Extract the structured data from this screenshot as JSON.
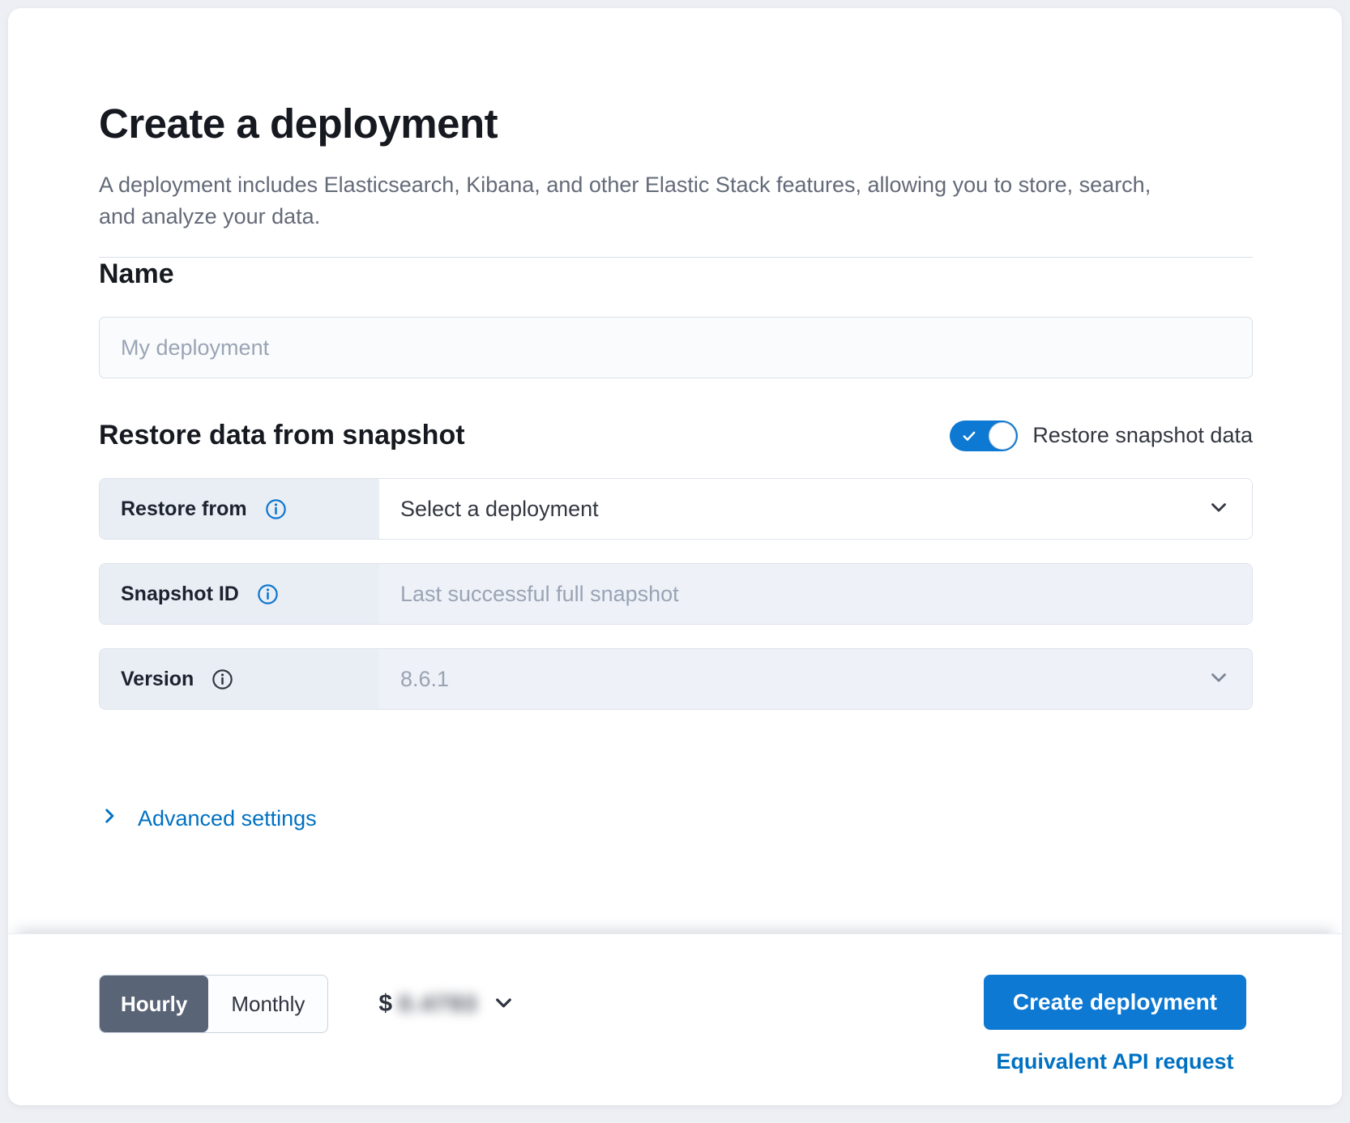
{
  "header": {
    "title": "Create a deployment",
    "subtitle": "A deployment includes Elasticsearch, Kibana, and other Elastic Stack features, allowing you to store, search, and analyze your data."
  },
  "name_section": {
    "heading": "Name",
    "placeholder": "My deployment",
    "value": ""
  },
  "snapshot_section": {
    "heading": "Restore data from snapshot",
    "toggle_label": "Restore snapshot data",
    "toggle_state": "on",
    "restore_from": {
      "label": "Restore from",
      "info_icon": "info-icon",
      "placeholder": "Select a deployment",
      "control": "select"
    },
    "snapshot_id": {
      "label": "Snapshot ID",
      "info_icon": "info-icon",
      "placeholder": "Last successful full snapshot",
      "control": "text-input-disabled"
    },
    "version": {
      "label": "Version",
      "info_icon": "info-icon",
      "value": "8.6.1",
      "control": "select-disabled"
    }
  },
  "advanced_settings": {
    "label": "Advanced settings",
    "icon": "chevron-right-icon"
  },
  "footer": {
    "billing": {
      "hourly_label": "Hourly",
      "monthly_label": "Monthly",
      "selected": "Hourly"
    },
    "price": {
      "currency": "$",
      "amount": "0.4793",
      "amount_blurred": true,
      "icon": "chevron-down-icon"
    },
    "create_button_label": "Create deployment",
    "api_request_label": "Equivalent API request"
  },
  "colors": {
    "page_bg": "#edeff4",
    "primary_button": "#0d79d3",
    "toggle_on": "#0d79d3",
    "link": "#0071c2",
    "hourly_selected_bg": "#5a6477",
    "row_label_bg": "#e9edf4",
    "disabled_control_bg": "#eef1f7",
    "info_icon_blue": "#0b76ce",
    "info_icon_dark": "#343741"
  }
}
